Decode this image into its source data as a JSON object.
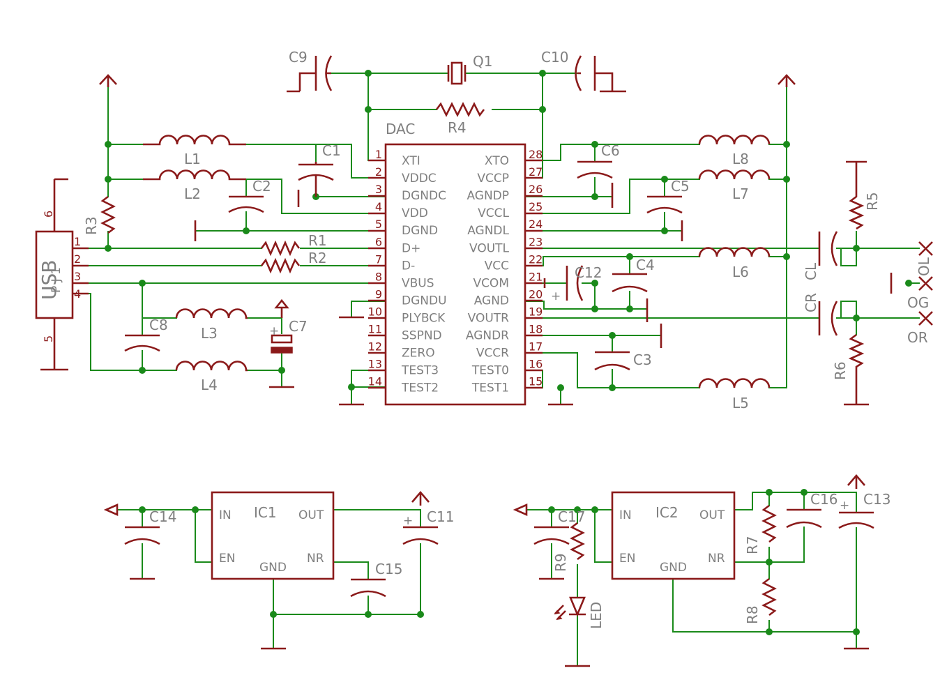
{
  "dac": {
    "title": "DAC",
    "left_pins": [
      {
        "num": "1",
        "name": "XTI"
      },
      {
        "num": "2",
        "name": "VDDC"
      },
      {
        "num": "3",
        "name": "DGNDC"
      },
      {
        "num": "4",
        "name": "VDD"
      },
      {
        "num": "5",
        "name": "DGND"
      },
      {
        "num": "6",
        "name": "D+"
      },
      {
        "num": "7",
        "name": "D-"
      },
      {
        "num": "8",
        "name": "VBUS"
      },
      {
        "num": "9",
        "name": "DGNDU"
      },
      {
        "num": "10",
        "name": "PLYBCK"
      },
      {
        "num": "11",
        "name": "SSPND"
      },
      {
        "num": "12",
        "name": "ZERO"
      },
      {
        "num": "13",
        "name": "TEST3"
      },
      {
        "num": "14",
        "name": "TEST2"
      }
    ],
    "right_pins": [
      {
        "num": "28",
        "name": "XTO"
      },
      {
        "num": "27",
        "name": "VCCP"
      },
      {
        "num": "26",
        "name": "AGNDP"
      },
      {
        "num": "25",
        "name": "VCCL"
      },
      {
        "num": "24",
        "name": "AGNDL"
      },
      {
        "num": "23",
        "name": "VOUTL"
      },
      {
        "num": "22",
        "name": "VCC"
      },
      {
        "num": "21",
        "name": "VCOM"
      },
      {
        "num": "20",
        "name": "AGND"
      },
      {
        "num": "19",
        "name": "VOUTR"
      },
      {
        "num": "18",
        "name": "AGNDR"
      },
      {
        "num": "17",
        "name": "VCCR"
      },
      {
        "num": "16",
        "name": "TEST0"
      },
      {
        "num": "15",
        "name": "TEST1"
      }
    ]
  },
  "usb": {
    "title": "USB",
    "subtitle": "P J 1",
    "pins": [
      "1",
      "2",
      "3",
      "4"
    ],
    "shield_pins": [
      "6",
      "5"
    ]
  },
  "parts": {
    "C1": "C1",
    "C2": "C2",
    "C3": "C3",
    "C4": "C4",
    "C5": "C5",
    "C6": "C6",
    "C7": "C7",
    "C8": "C8",
    "C9": "C9",
    "C10": "C10",
    "C11": "C11",
    "C12": "C12",
    "C13": "C13",
    "C14": "C14",
    "C15": "C15",
    "C16": "C16",
    "C17": "C17",
    "CL": "CL",
    "CR": "CR",
    "L1": "L1",
    "L2": "L2",
    "L3": "L3",
    "L4": "L4",
    "L5": "L5",
    "L6": "L6",
    "L7": "L7",
    "L8": "L8",
    "R1": "R1",
    "R2": "R2",
    "R3": "R3",
    "R4": "R4",
    "R5": "R5",
    "R6": "R6",
    "R7": "R7",
    "R8": "R8",
    "R9": "R9",
    "Q1": "Q1",
    "LED": "LED"
  },
  "outputs": {
    "OL": "OL",
    "OG": "OG",
    "OR": "OR"
  },
  "ic1": {
    "title": "IC1",
    "in": "IN",
    "en": "EN",
    "gnd": "GND",
    "out": "OUT",
    "nr": "NR"
  },
  "ic2": {
    "title": "IC2",
    "in": "IN",
    "en": "EN",
    "gnd": "GND",
    "out": "OUT",
    "nr": "NR"
  },
  "polarity": {
    "plus": "+"
  },
  "colors": {
    "wire": "#1a8a1a",
    "part": "#8b1a1a",
    "label": "#7f7f7f"
  }
}
